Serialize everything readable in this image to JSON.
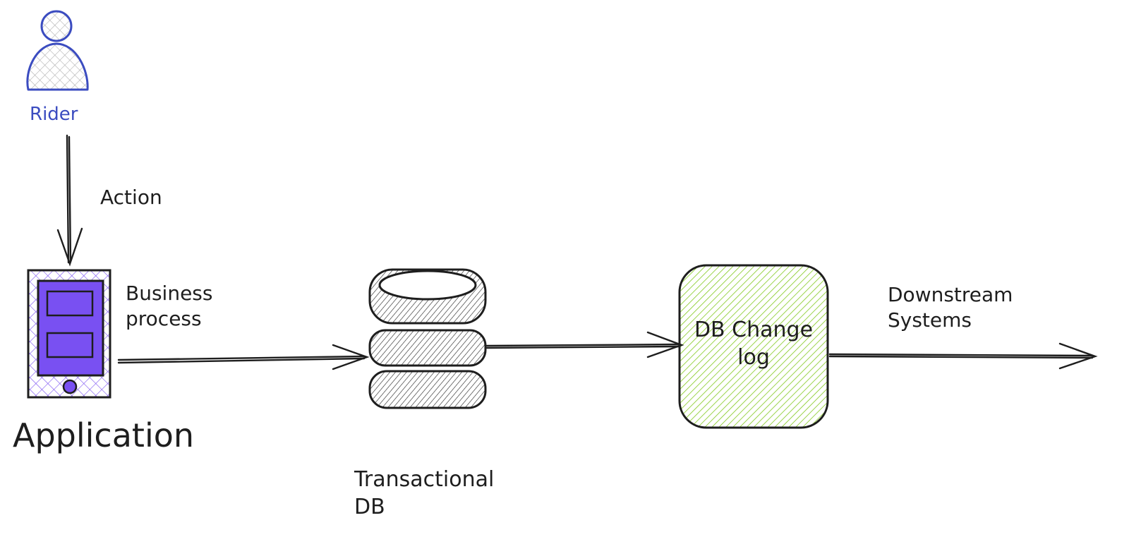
{
  "nodes": {
    "rider": {
      "label": "Rider",
      "icon": "person-icon",
      "color": "#3b4cc0",
      "fill": "#d9d9d9"
    },
    "application": {
      "label": "Application",
      "icon": "mobile-phone-icon",
      "fill": "#7950f2",
      "hatch": "#7950f2"
    },
    "transactional_db": {
      "label_line1": "Transactional",
      "label_line2": "DB",
      "icon": "database-icon"
    },
    "db_change_log": {
      "label_line1": "DB Change",
      "label_line2": "log",
      "fill": "#b2e26b",
      "hatch": "#82c91e"
    }
  },
  "edges": {
    "rider_to_app": {
      "label": "Action"
    },
    "app_to_db": {
      "label_line1": "Business",
      "label_line2": "process"
    },
    "db_to_changelog": {
      "label": ""
    },
    "changelog_to_downstream": {
      "label_line1": "Downstream",
      "label_line2": "Systems"
    }
  },
  "colors": {
    "stroke": "#1e1e1e"
  }
}
